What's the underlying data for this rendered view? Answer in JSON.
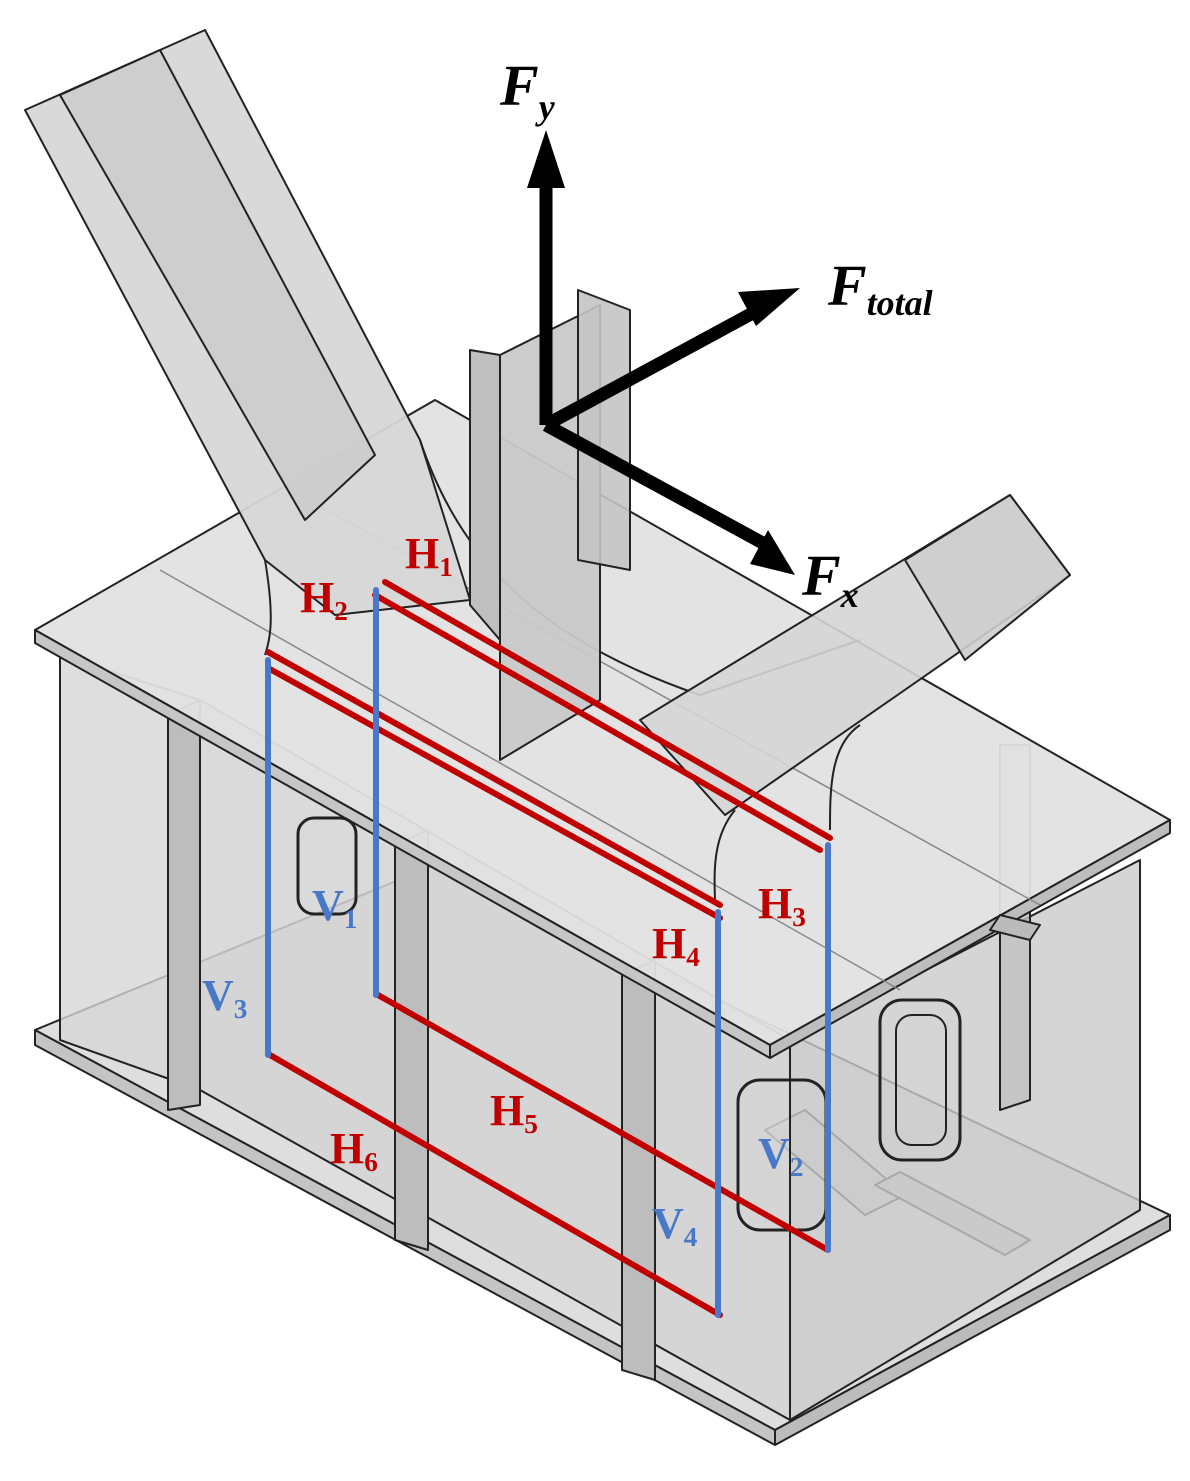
{
  "colors": {
    "horizontal_lines": "#c00000",
    "vertical_lines": "#4a78c8",
    "arrows": "#000000",
    "steel_fill": "#d9d9d9",
    "steel_edge": "#222222"
  },
  "icons": [
    "force-arrow-y",
    "force-arrow-total",
    "force-arrow-x"
  ],
  "forces": {
    "fy": {
      "main": "F",
      "sub": "y"
    },
    "ftotal": {
      "main": "F",
      "sub": "total"
    },
    "fx": {
      "main": "F",
      "sub": "x"
    }
  },
  "horizontal_lines": [
    {
      "main": "H",
      "sub": "1"
    },
    {
      "main": "H",
      "sub": "2"
    },
    {
      "main": "H",
      "sub": "3"
    },
    {
      "main": "H",
      "sub": "4"
    },
    {
      "main": "H",
      "sub": "5"
    },
    {
      "main": "H",
      "sub": "6"
    }
  ],
  "vertical_lines": [
    {
      "main": "V",
      "sub": "1"
    },
    {
      "main": "V",
      "sub": "2"
    },
    {
      "main": "V",
      "sub": "3"
    },
    {
      "main": "V",
      "sub": "4"
    }
  ]
}
